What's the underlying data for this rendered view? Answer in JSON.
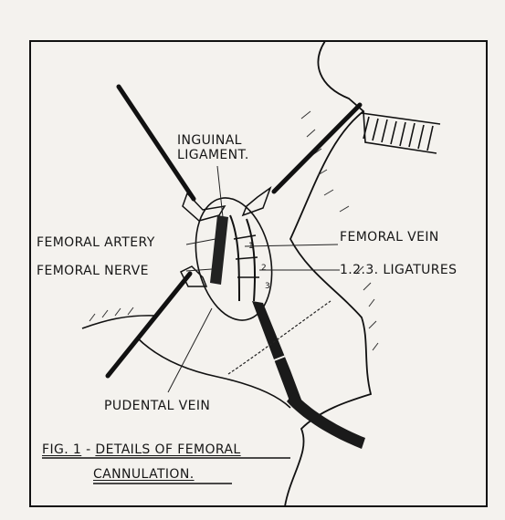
{
  "labels": {
    "inguinal_line1": "INGUINAL",
    "inguinal_line2": "LIGAMENT.",
    "femoral_artery": "FEMORAL ARTERY",
    "femoral_vein": "FEMORAL VEIN",
    "femoral_nerve": "FEMORAL NERVE",
    "ligatures": "1.2.3. LIGATURES",
    "pudental_vein": "PUDENTAL VEIN",
    "ligature_numbers": [
      "1",
      "2",
      "3"
    ]
  },
  "caption": {
    "fig_no": "FIG. 1",
    "dash": " - ",
    "line1": "DETAILS OF FEMORAL",
    "line2": "CANNULATION."
  }
}
